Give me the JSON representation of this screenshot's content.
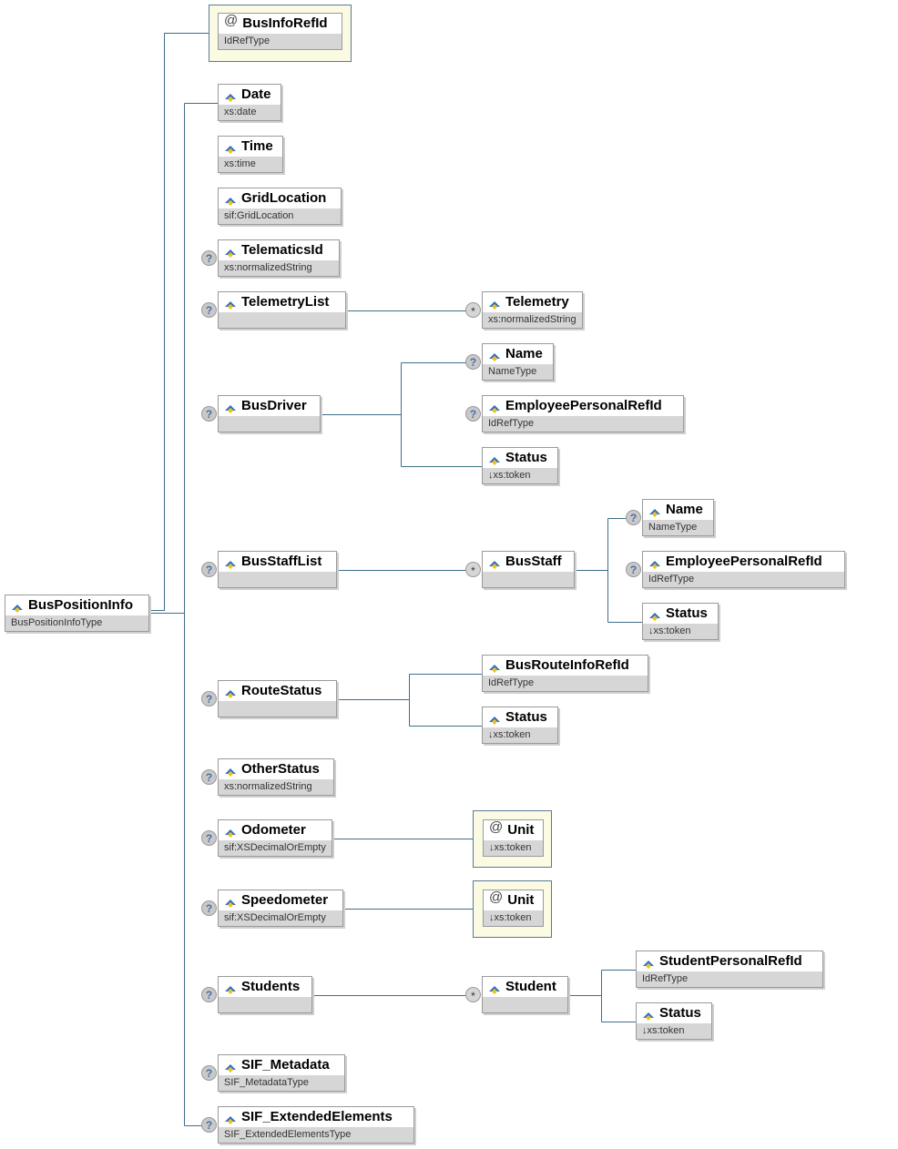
{
  "root": {
    "name": "BusPositionInfo",
    "type": "BusPositionInfoType"
  },
  "attribute": {
    "name": "BusInfoRefId",
    "type": "IdRefType"
  },
  "elements": {
    "date": {
      "name": "Date",
      "type": "xs:date"
    },
    "time": {
      "name": "Time",
      "type": "xs:time"
    },
    "grid": {
      "name": "GridLocation",
      "type": "sif:GridLocation"
    },
    "telematics": {
      "name": "TelematicsId",
      "type": "xs:normalizedString"
    },
    "telemetrylist": {
      "name": "TelemetryList",
      "type": ""
    },
    "telemetry": {
      "name": "Telemetry",
      "type": "xs:normalizedString"
    },
    "busdriver": {
      "name": "BusDriver",
      "type": ""
    },
    "bd_name": {
      "name": "Name",
      "type": "NameType"
    },
    "bd_emp": {
      "name": "EmployeePersonalRefId",
      "type": "IdRefType"
    },
    "bd_status": {
      "name": "Status",
      "type": "↓xs:token"
    },
    "busstafflist": {
      "name": "BusStaffList",
      "type": ""
    },
    "busstaff": {
      "name": "BusStaff",
      "type": ""
    },
    "bs_name": {
      "name": "Name",
      "type": "NameType"
    },
    "bs_emp": {
      "name": "EmployeePersonalRefId",
      "type": "IdRefType"
    },
    "bs_status": {
      "name": "Status",
      "type": "↓xs:token"
    },
    "routestatus": {
      "name": "RouteStatus",
      "type": ""
    },
    "rs_ref": {
      "name": "BusRouteInfoRefId",
      "type": "IdRefType"
    },
    "rs_status": {
      "name": "Status",
      "type": "↓xs:token"
    },
    "otherstatus": {
      "name": "OtherStatus",
      "type": "xs:normalizedString"
    },
    "odometer": {
      "name": "Odometer",
      "type": "sif:XSDecimalOrEmpty"
    },
    "odo_unit": {
      "name": "Unit",
      "type": "↓xs:token"
    },
    "speedometer": {
      "name": "Speedometer",
      "type": "sif:XSDecimalOrEmpty"
    },
    "spd_unit": {
      "name": "Unit",
      "type": "↓xs:token"
    },
    "students": {
      "name": "Students",
      "type": ""
    },
    "student": {
      "name": "Student",
      "type": ""
    },
    "st_ref": {
      "name": "StudentPersonalRefId",
      "type": "IdRefType"
    },
    "st_status": {
      "name": "Status",
      "type": "↓xs:token"
    },
    "metadata": {
      "name": "SIF_Metadata",
      "type": "SIF_MetadataType"
    },
    "extended": {
      "name": "SIF_ExtendedElements",
      "type": "SIF_ExtendedElementsType"
    }
  },
  "badges": {
    "optional": "?",
    "repeat": "*"
  },
  "icons": {
    "element": "element-diamond-icon",
    "attribute": "at-sign-icon"
  }
}
